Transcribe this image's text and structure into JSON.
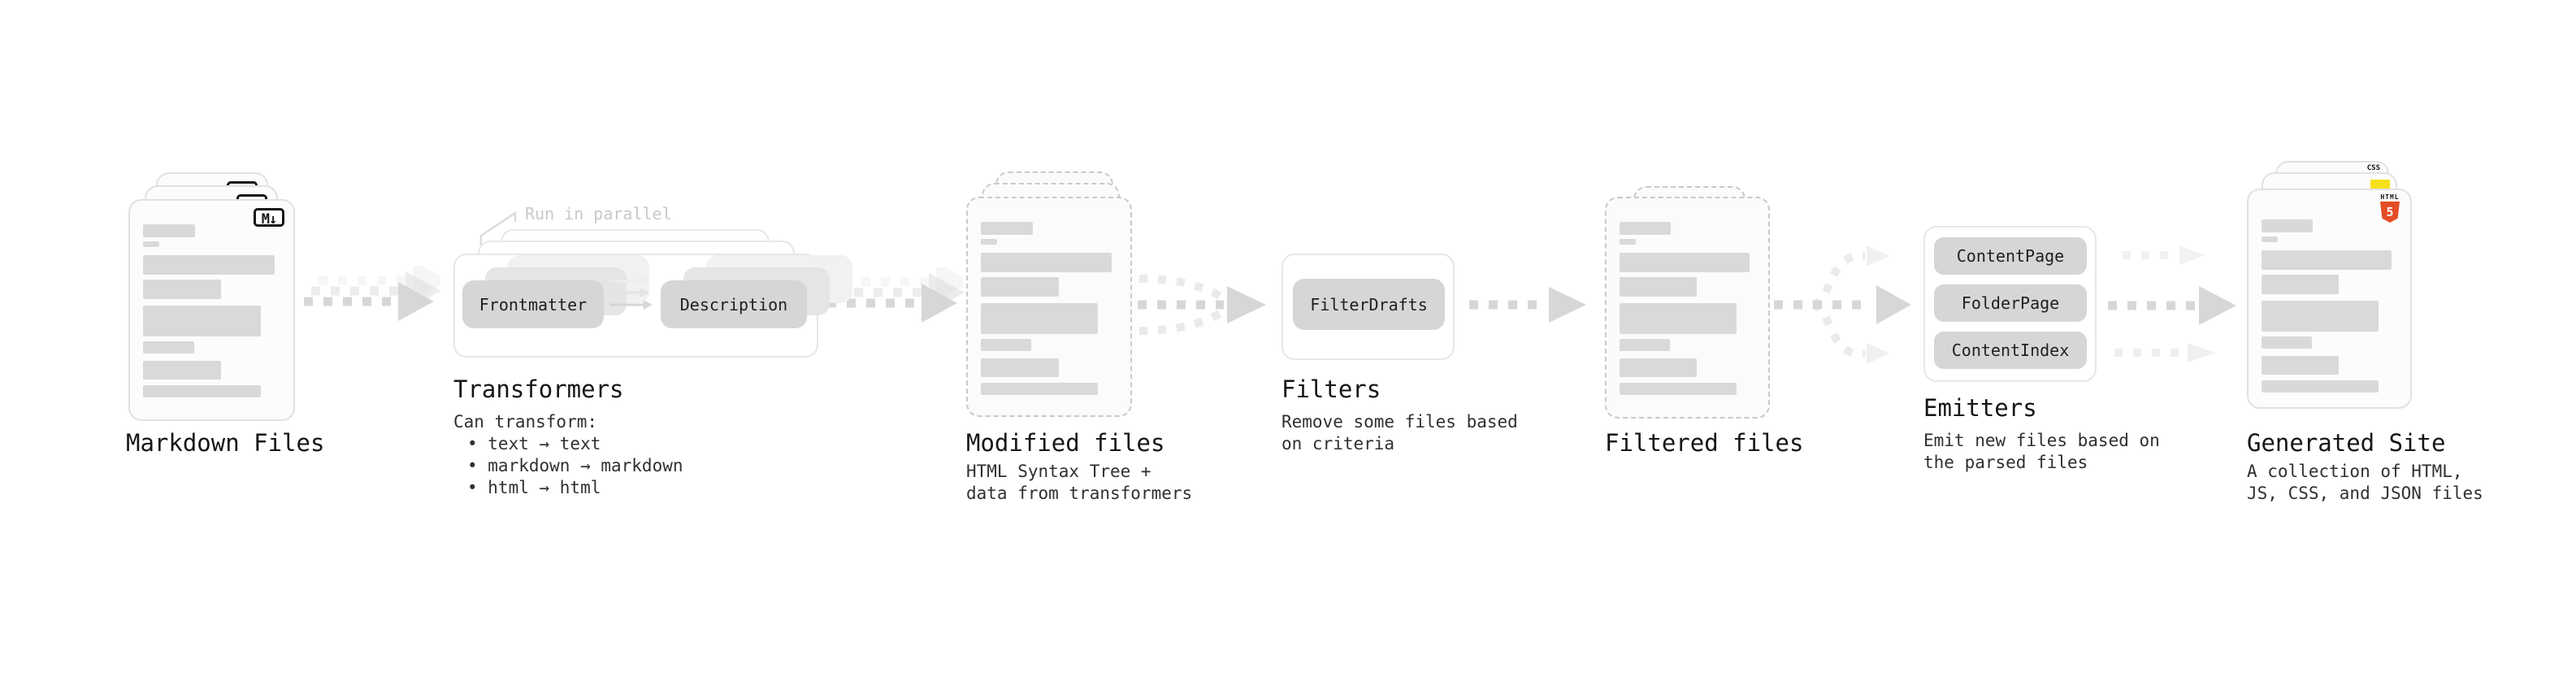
{
  "diagram": {
    "markdown": {
      "title": "Markdown Files",
      "badge": "M↓"
    },
    "transformers": {
      "annotation": "Run in parallel",
      "pills": [
        "Frontmatter",
        "Description"
      ],
      "title": "Transformers",
      "caption": "Can transform:",
      "bullets": [
        "• text → text",
        "• markdown → markdown",
        "• html → html"
      ]
    },
    "modified": {
      "title": "Modified files",
      "subtitle": [
        "HTML Syntax Tree +",
        "data from transformers"
      ]
    },
    "filters": {
      "pills": [
        "FilterDrafts"
      ],
      "title": "Filters",
      "subtitle": [
        "Remove some files based",
        "on criteria"
      ]
    },
    "filtered": {
      "title": "Filtered files"
    },
    "emitters": {
      "pills": [
        "ContentPage",
        "FolderPage",
        "ContentIndex"
      ],
      "title": "Emitters",
      "subtitle": [
        "Emit new files based on",
        "the parsed files"
      ]
    },
    "generated": {
      "title": "Generated Site",
      "subtitle": [
        "A collection of HTML,",
        "JS, CSS, and JSON files"
      ],
      "badges": {
        "css": "CSS",
        "html_label": "HTML",
        "html_number": "5"
      }
    }
  },
  "colors": {
    "arrow_strong": "#d7d7d7",
    "arrow_faint": "#eeeeee",
    "skeleton_bar": "#d9d9d9",
    "pill_fill": "#d6d6d6",
    "html5_orange": "#e44d26",
    "js_yellow": "#f7df1e",
    "css_blue": "#2c63e9"
  }
}
